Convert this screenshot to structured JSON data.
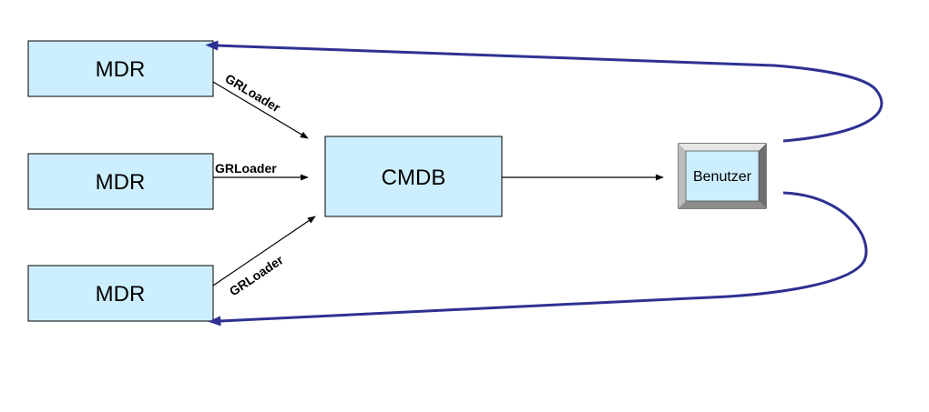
{
  "nodes": {
    "mdr_top": "MDR",
    "mdr_middle": "MDR",
    "mdr_bottom": "MDR",
    "cmdb": "CMDB",
    "user": "Benutzer"
  },
  "edges": {
    "loader_top": "GRLoader",
    "loader_middle": "GRLoader",
    "loader_bottom": "GRLoader"
  },
  "colors": {
    "box_fill": "#cdeefe",
    "feedback_arrow": "#2e3192",
    "user_bevel": "#9a9a9a"
  }
}
